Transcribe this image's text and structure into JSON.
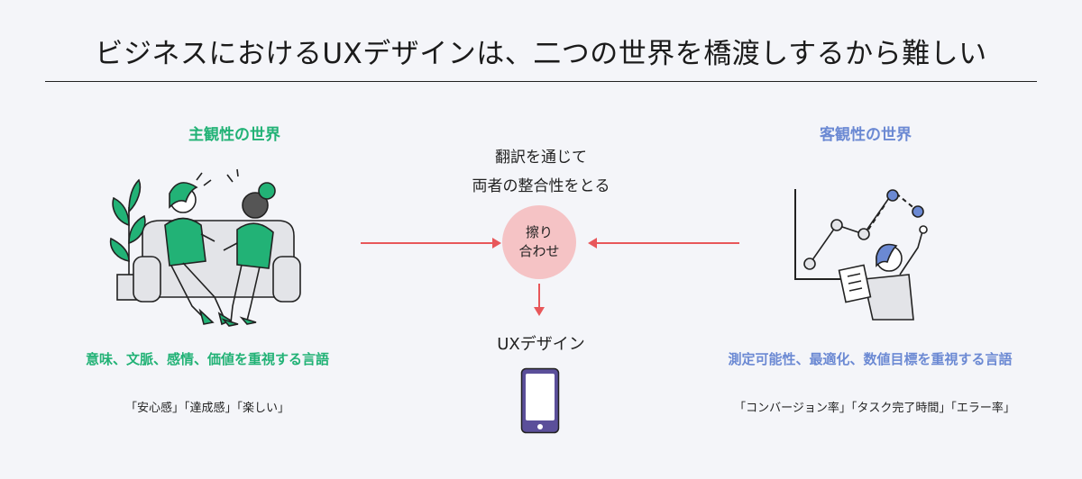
{
  "title": "ビジネスにおけるUXデザインは、二つの世界を橋渡しするから難しい",
  "left": {
    "heading": "主観性の世界",
    "description": "意味、文脈、感情、価値を重視する言語",
    "examples": "「安心感」「達成感」「楽しい」",
    "illustration": "two-people-talking-on-sofa"
  },
  "right": {
    "heading": "客観性の世界",
    "description": "測定可能性、最適化、数値目標を重視する言語",
    "examples": "「コンバージョン率」「タスク完了時間」「エラー率」",
    "illustration": "person-analyzing-chart"
  },
  "center": {
    "line1": "翻訳を通じて",
    "line2": "両者の整合性をとる",
    "merge_line1": "擦り",
    "merge_line2": "合わせ",
    "result": "UXデザイン",
    "result_icon": "smartphone-icon"
  },
  "colors": {
    "green": "#22b276",
    "blue": "#6b89d3",
    "arrow": "#e8575a",
    "circle": "#f5c3c5",
    "phone": "#5b4f9a"
  }
}
